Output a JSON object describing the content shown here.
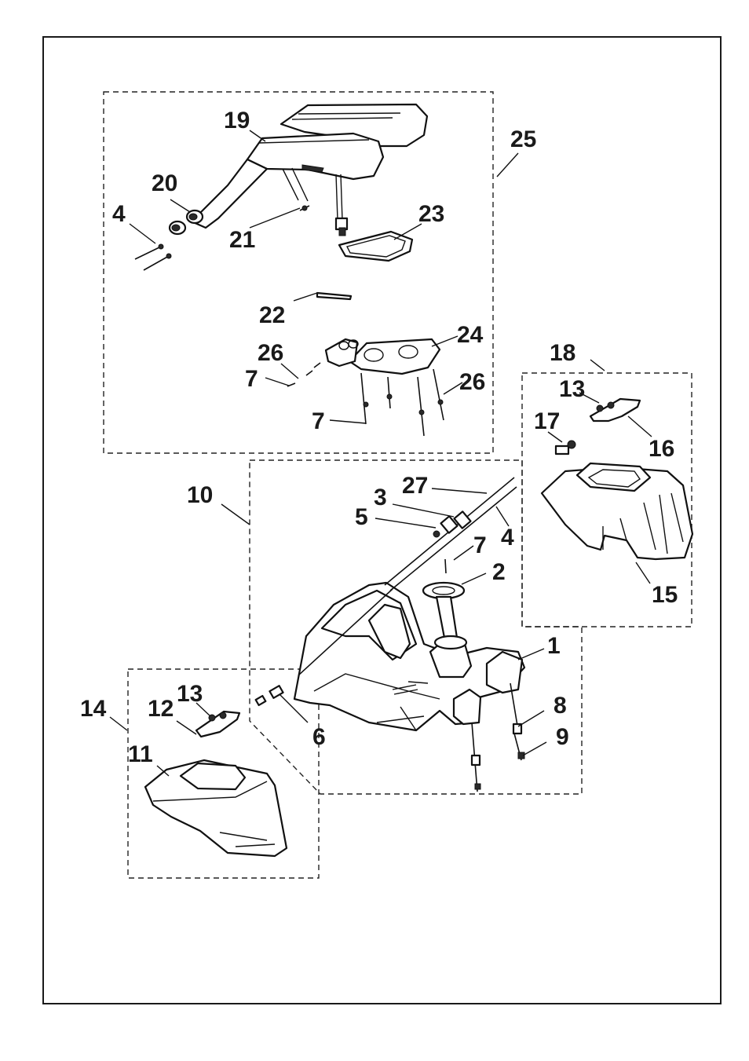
{
  "diagram": {
    "callouts": {
      "c19": "19",
      "c25": "25",
      "c20": "20",
      "c4a": "4",
      "c21": "21",
      "c23": "23",
      "c22": "22",
      "c24": "24",
      "c26a": "26",
      "c7a": "7",
      "c26b": "26",
      "c7b": "7",
      "c18": "18",
      "c13a": "13",
      "c17": "17",
      "c16": "16",
      "c15": "15",
      "c10": "10",
      "c27": "27",
      "c3": "3",
      "c5": "5",
      "c4b": "4",
      "c7c": "7",
      "c2": "2",
      "c1": "1",
      "c8": "8",
      "c9": "9",
      "c6": "6",
      "c14": "14",
      "c13b": "13",
      "c12": "12",
      "c11": "11"
    }
  }
}
